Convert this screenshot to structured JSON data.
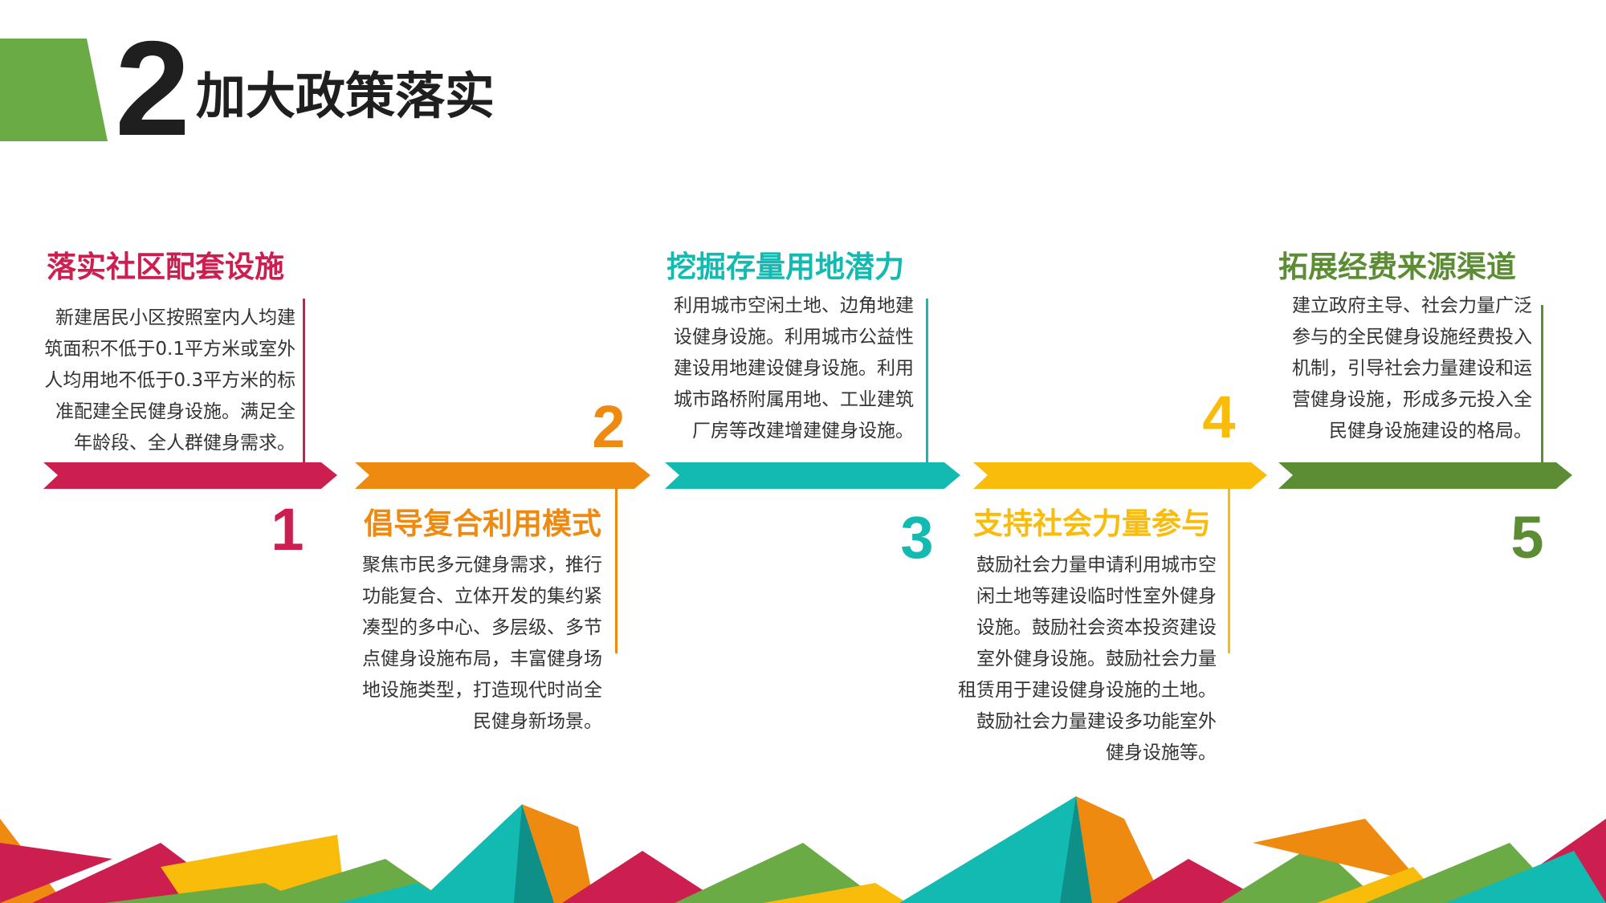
{
  "header": {
    "section_number": "2",
    "title": "加大政策落实"
  },
  "colors": {
    "header_green": "#6aab45",
    "step1": "#cc1f4f",
    "step2": "#ef8a10",
    "step3": "#12bab1",
    "step4": "#f9bc0a",
    "step5": "#5c8d35",
    "text": "#333333"
  },
  "steps": [
    {
      "number": "1",
      "title": "落实社区配套设施",
      "description": "新建居民小区按照室内人均建\n筑面积不低于0.1平方米或室外\n人均用地不低于0.3平方米的标\n准配建全民健身设施。满足全\n年龄段、全人群健身需求。"
    },
    {
      "number": "2",
      "title": "倡导复合利用模式",
      "description": "聚焦市民多元健身需求，推行\n功能复合、立体开发的集约紧\n凑型的多中心、多层级、多节\n点健身设施布局，丰富健身场\n地设施类型，打造现代时尚全\n民健身新场景。"
    },
    {
      "number": "3",
      "title": "挖掘存量用地潜力",
      "description": "利用城市空闲土地、边角地建\n设健身设施。利用城市公益性\n建设用地建设健身设施。利用\n城市路桥附属用地、工业建筑\n厂房等改建增建健身设施。"
    },
    {
      "number": "4",
      "title": "支持社会力量参与",
      "description": "鼓励社会力量申请利用城市空\n闲土地等建设临时性室外健身\n设施。鼓励社会资本投资建设\n室外健身设施。鼓励社会力量\n租赁用于建设健身设施的土地。\n鼓励社会力量建设多功能室外\n健身设施等。"
    },
    {
      "number": "5",
      "title": "拓展经费来源渠道",
      "description": "建立政府主导、社会力量广泛\n参与的全民健身设施经费投入\n机制，引导社会力量建设和运\n营健身设施，形成多元投入全\n民健身设施建设的格局。"
    }
  ]
}
